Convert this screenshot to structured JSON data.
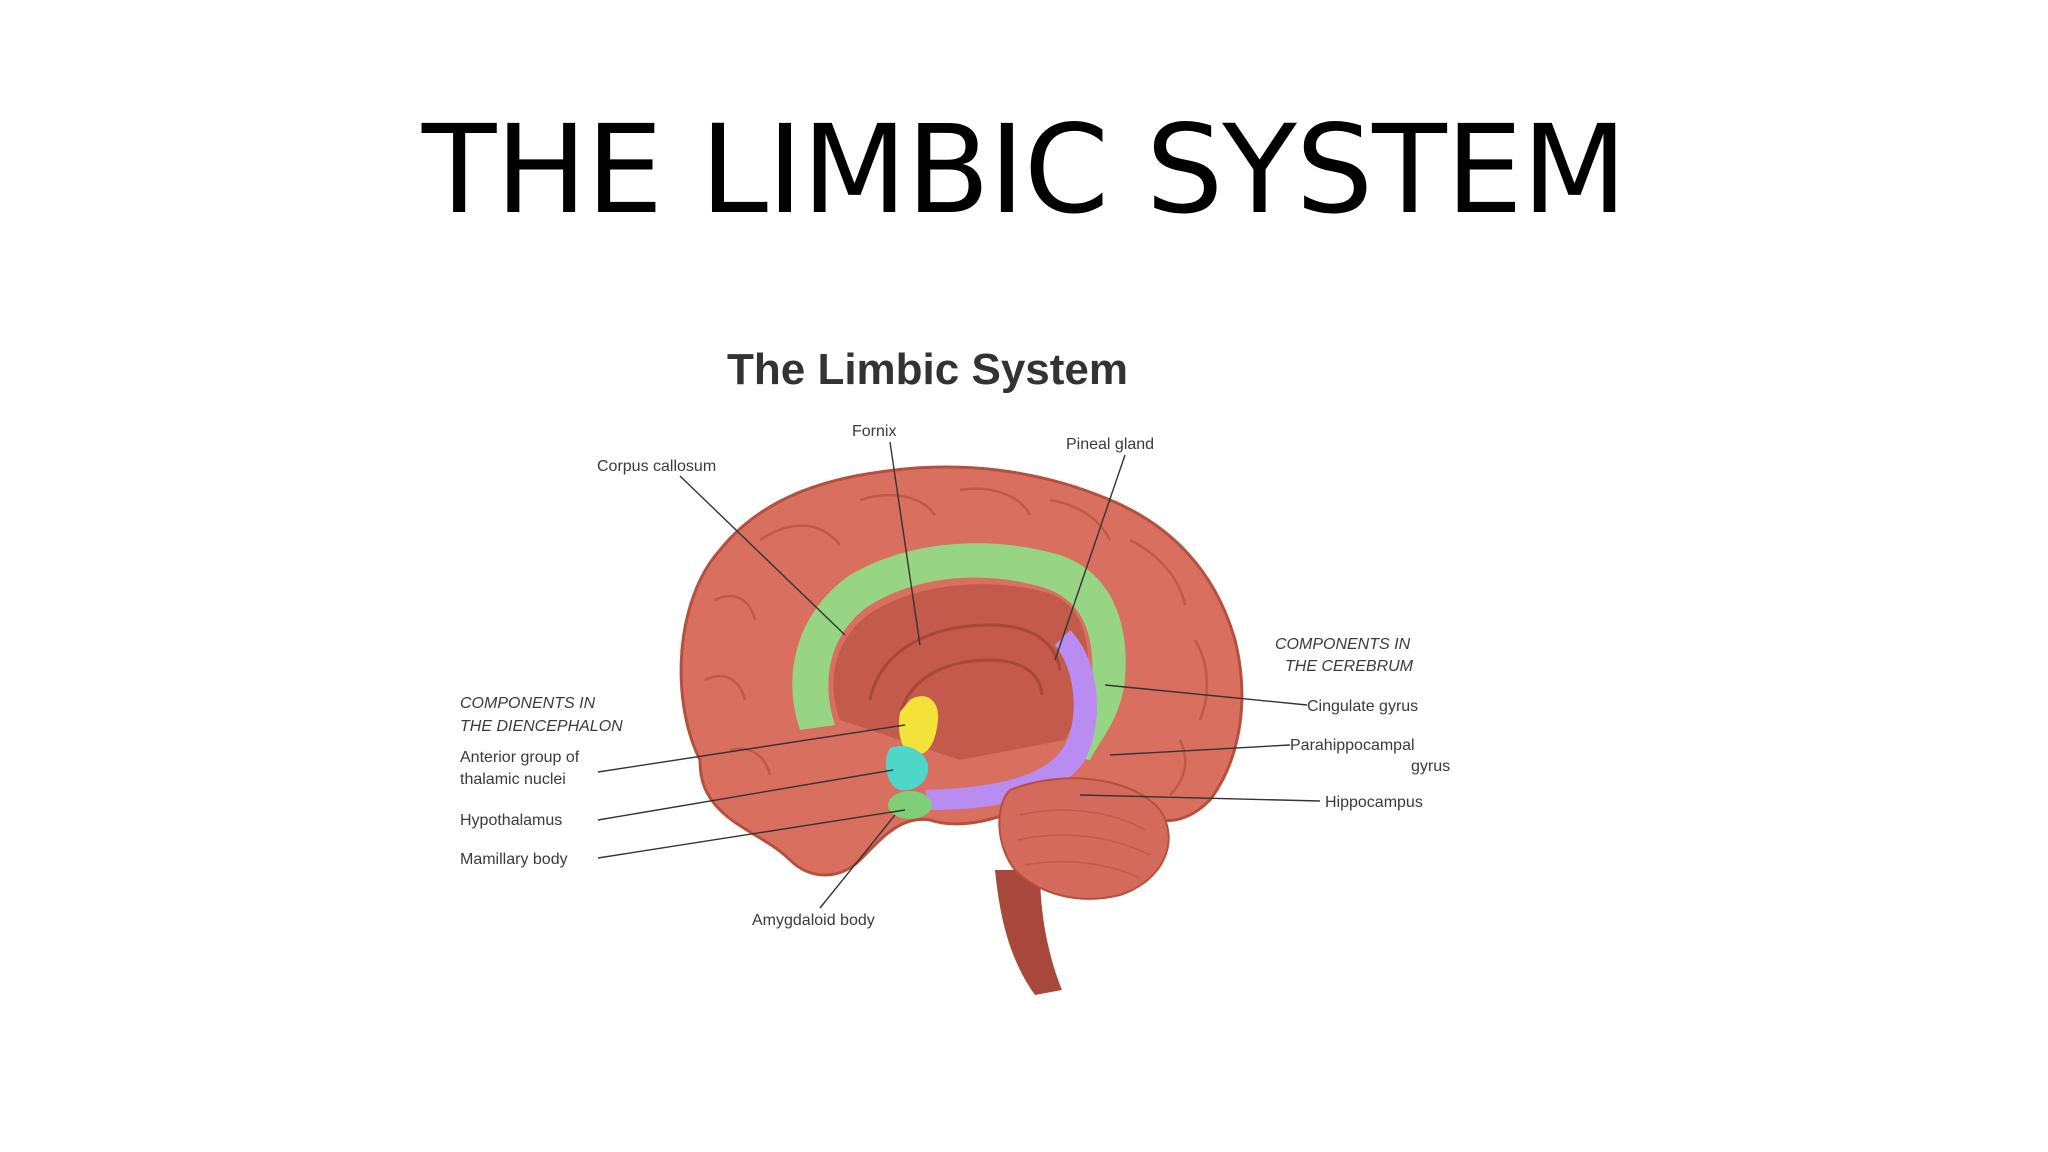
{
  "slide": {
    "title": "THE LIMBIC SYSTEM"
  },
  "diagram": {
    "title": "The Limbic System",
    "labels": {
      "fornix": "Fornix",
      "corpus_callosum": "Corpus callosum",
      "pineal_gland": "Pineal gland",
      "components_cerebrum_1": "COMPONENTS IN",
      "components_cerebrum_2": "THE CEREBRUM",
      "cingulate_gyrus": "Cingulate gyrus",
      "parahippocampal_1": "Parahippocampal",
      "parahippocampal_2": "gyrus",
      "hippocampus": "Hippocampus",
      "components_diencephalon_1": "COMPONENTS IN",
      "components_diencephalon_2": "THE DIENCEPHALON",
      "anterior_group_1": "Anterior group of",
      "anterior_group_2": "thalamic nuclei",
      "hypothalamus": "Hypothalamus",
      "mamillary_body": "Mamillary body",
      "amygdaloid_body": "Amygdaloid body"
    },
    "colors": {
      "cortex": "#d9705f",
      "cortex_dark": "#b5503f",
      "cingulate_gyrus": "#8fe08a",
      "hippocampus": "#b88cf0",
      "anterior_thalamic": "#f2e23a",
      "hypothalamus": "#4ed6c8",
      "cerebellum": "#d46a5c"
    }
  }
}
